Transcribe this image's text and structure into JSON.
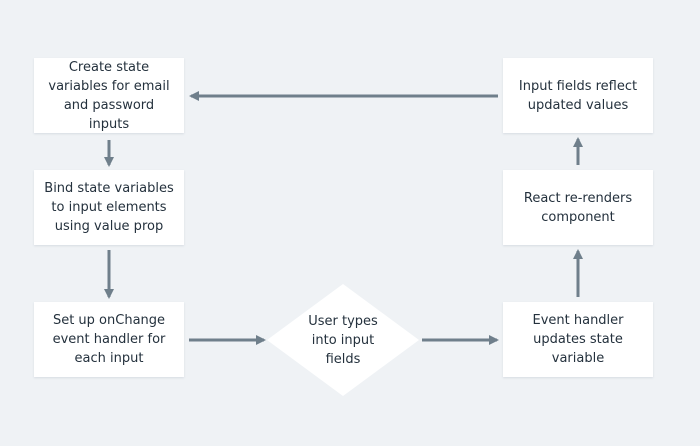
{
  "diagram": {
    "nodes": {
      "create_state": "Create state\nvariables for email\nand password inputs",
      "bind_state": "Bind state variables\nto input elements\nusing value prop",
      "set_onchange": "Set up onChange\nevent handler for\neach input",
      "user_types": "User types\ninto input\nfields",
      "event_handler": "Event handler\nupdates state\nvariable",
      "re_render": "React re-renders\ncomponent",
      "reflect": "Input fields reflect\nupdated values"
    },
    "colors": {
      "background": "#eff2f5",
      "node_fill": "#ffffff",
      "arrow": "#6f7f8b",
      "text": "#24313d"
    }
  }
}
